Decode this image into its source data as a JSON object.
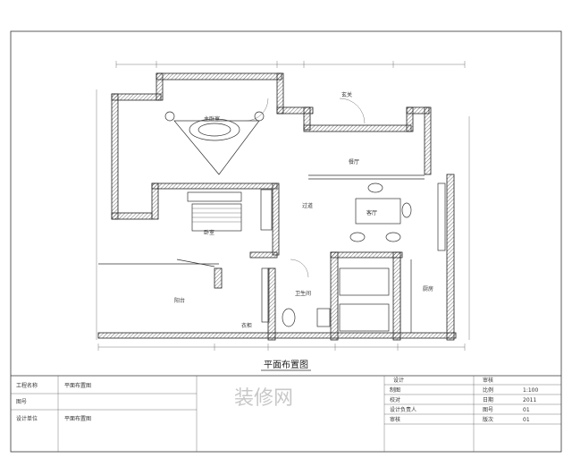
{
  "drawing_title": "平面布置图",
  "rooms": {
    "master_bedroom": "主卧室",
    "bedroom": "卧室",
    "dining": "餐厅",
    "living": "客厅",
    "bathroom": "卫生间",
    "kitchen": "厨房",
    "balcony": "阳台",
    "hall": "过道",
    "closet": "衣柜",
    "entry": "玄关"
  },
  "watermark": "装修网",
  "title_block": {
    "left": {
      "r1c1": "工程名称",
      "r1c2": "平面布置图",
      "r2c1": "图号",
      "r2c2": "",
      "r3c1": "设计单位",
      "r3c2": "平面布置图"
    },
    "right": {
      "h1": "设计",
      "h2": "审核",
      "rows": [
        [
          "制图",
          "",
          "比例",
          "1:100"
        ],
        [
          "校对",
          "",
          "日期",
          "2011"
        ],
        [
          "设计负责人",
          "",
          "图号",
          "01"
        ],
        [
          "审核",
          "",
          "版次",
          "01"
        ]
      ]
    }
  }
}
